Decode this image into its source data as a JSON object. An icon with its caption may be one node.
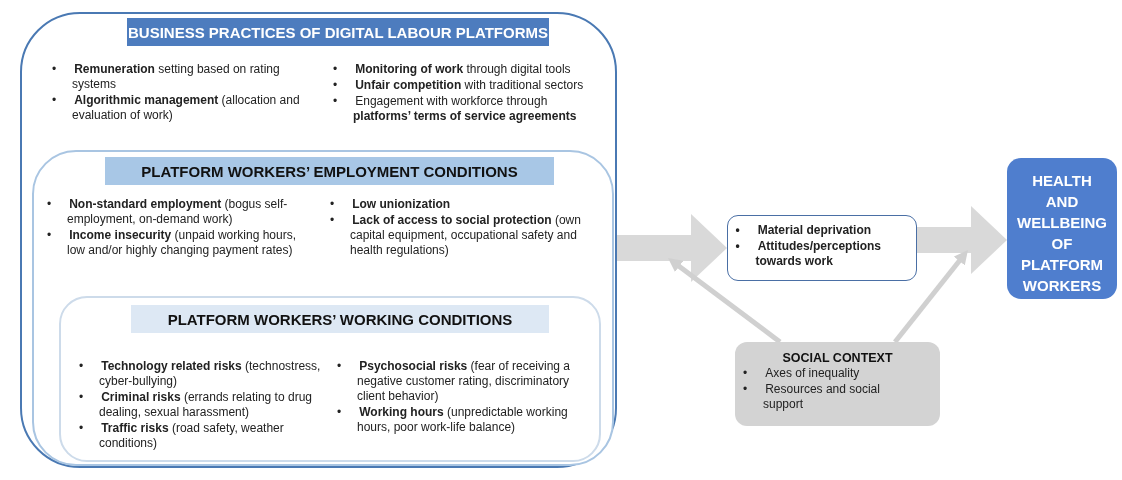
{
  "diagram": {
    "nodes": [
      {
        "text": [
          "BUSINESS PRACTICES OF DIGITAL LABOUR PLATFORMS",
          "• **Remuneration** setting based on rating systems",
          "• **Algorithmic management** (allocation and evaluation of work)",
          "• **Monitoring of work** through digital tools",
          "• **Unfair competition** with traditional sectors",
          "• Engagement with workforce through **platforms’ terms of service agreements**"
        ]
      },
      {
        "text": [
          "PLATFORM WORKERS’ EMPLOYMENT CONDITIONS",
          "• **Non-standard employment** (bogus self-employment, on-demand work)",
          "• **Income insecurity** (unpaid working hours, low and/or highly changing payment rates)",
          "• **Low unionization**",
          "• **Lack of access to social protection** (own capital equipment, occupational safety and health regulations)"
        ],
        "in": 0
      },
      {
        "text": [
          "PLATFORM WORKERS’ WORKING CONDITIONS",
          "• **Technology related risks** (technostress, cyber-bullying)",
          "• **Criminal risks** (errands relating to drug dealing, sexual harassment)",
          "• **Traffic risks** (road safety, weather conditions)",
          "• **Psychosocial risks** (fear of receiving a negative customer rating, discriminatory client behavior)",
          "• **Working hours** (unpredictable working hours, poor work-life balance)"
        ],
        "in": 1
      },
      {
        "text": [
          "• Material deprivation",
          "• Attitudes/perceptions towards work"
        ]
      },
      {
        "text": [
          "HEALTH AND WELLBEING OF PLATFORM WORKERS"
        ]
      },
      {
        "text": [
          "SOCIAL CONTEXT",
          "• Axes of inequality",
          "• Resources and social support"
        ]
      }
    ],
    "edges": [
      {
        "from": 0,
        "to": 3,
        "arrow": "to",
        "style": "thick"
      },
      {
        "from": 3,
        "to": 4,
        "arrow": "to",
        "style": "thick"
      },
      {
        "from": 5,
        "to": null,
        "arrow": "to"
      },
      {
        "from": 5,
        "to": null,
        "arrow": "to"
      }
    ]
  }
}
